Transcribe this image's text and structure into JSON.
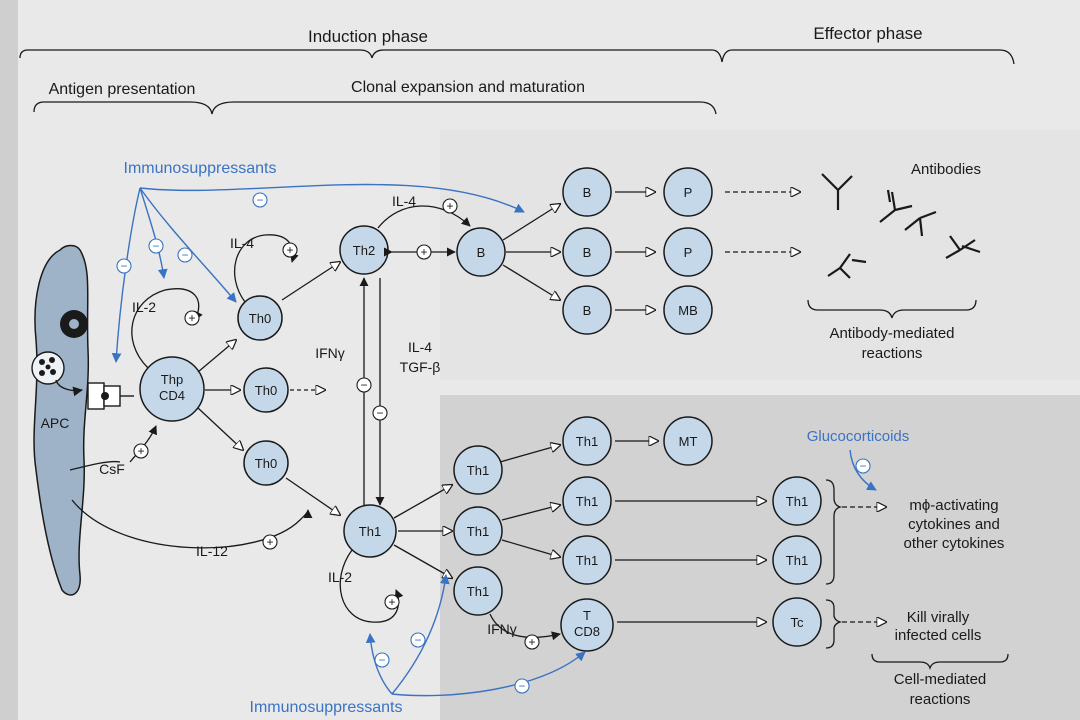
{
  "phases": {
    "induction": "Induction phase",
    "effector": "Effector phase",
    "antigen_presentation": "Antigen presentation",
    "clonal_expansion": "Clonal expansion and maturation"
  },
  "labels": {
    "immunosuppressants_top": "Immunosuppressants",
    "immunosuppressants_bottom": "Immunosuppressants",
    "glucocorticoids": "Glucocorticoids",
    "apc": "APC",
    "csf": "CsF",
    "il12": "IL-12",
    "il2_top": "IL-2",
    "il4_upper": "IL-4",
    "il4_top": "IL-4",
    "il2_bottom": "IL-2",
    "ifn_left": "IFNγ",
    "il4_right": "IL-4",
    "tgfb": "TGF-β",
    "ifn_bottom": "IFNγ",
    "antibodies": "Antibodies",
    "antibody_mediated_1": "Antibody-mediated",
    "antibody_mediated_2": "reactions",
    "mphi_1": "mϕ-activating",
    "mphi_2": "cytokines and",
    "mphi_3": "other cytokines",
    "kill_1": "Kill virally",
    "kill_2": "infected cells",
    "cell_mediated_1": "Cell-mediated",
    "cell_mediated_2": "reactions"
  },
  "cells": {
    "thp_1": "Thp",
    "thp_2": "CD4",
    "th0_a": "Th0",
    "th0_b": "Th0",
    "th0_c": "Th0",
    "th2": "Th2",
    "th1_main": "Th1",
    "b_main": "B",
    "b1": "B",
    "b2": "B",
    "b3": "B",
    "p1": "P",
    "p2": "P",
    "mb": "MB",
    "th1_a": "Th1",
    "th1_b": "Th1",
    "th1_c": "Th1",
    "th1_d": "Th1",
    "th1_e": "Th1",
    "th1_f": "Th1",
    "mt": "MT",
    "th1_g": "Th1",
    "th1_h": "Th1",
    "tcd8_1": "T",
    "tcd8_2": "CD8",
    "tc": "Tc"
  },
  "signs": {
    "plus": "+",
    "minus": "−"
  },
  "colors": {
    "cell_fill": "#c4d8ea",
    "blue_accent": "#3a73c4",
    "apc_fill": "#9fb3c8",
    "panel_fill": "#d4d4d4"
  }
}
